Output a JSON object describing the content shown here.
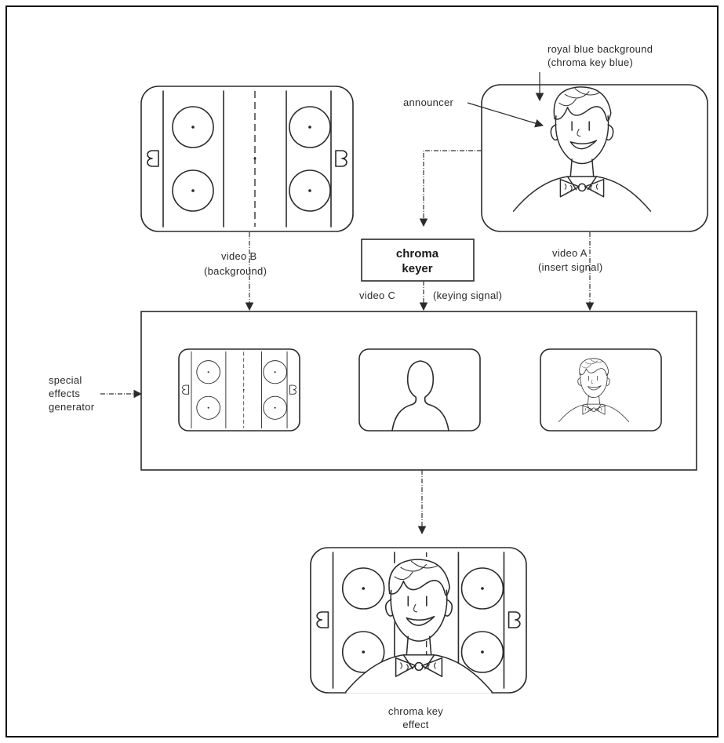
{
  "labels": {
    "royal_blue_background": "royal blue background",
    "chroma_key_blue": "(chroma key blue)",
    "announcer": "announcer",
    "video_b": "video B",
    "background": "(background)",
    "chroma": "chroma",
    "keyer": "keyer",
    "video_a": "video A",
    "insert_signal": "(insert signal)",
    "video_c": "video C",
    "keying_signal": "(keying signal)",
    "special": "special",
    "effects": "effects",
    "generator": "generator",
    "chroma_key": "chroma key",
    "effect": "effect"
  },
  "colors": {
    "ink": "#2b2b2b",
    "paper": "#ffffff"
  }
}
